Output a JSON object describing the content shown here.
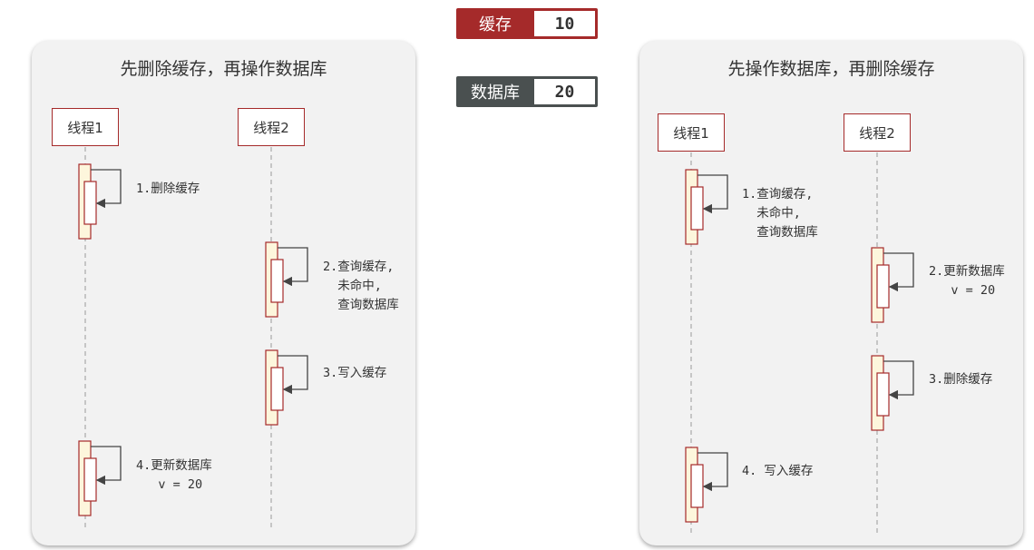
{
  "badges": {
    "cache": {
      "label": "缓存",
      "value": "10",
      "color": "#a52a2a"
    },
    "database": {
      "label": "数据库",
      "value": "20",
      "color": "#4a5050"
    }
  },
  "left_panel": {
    "title": "先删除缓存，再操作数据库",
    "thread1": "线程1",
    "thread2": "线程2",
    "steps": [
      "1.删除缓存",
      "2.查询缓存,\n  未命中,\n  查询数据库",
      "3.写入缓存",
      "4.更新数据库\n   v = 20"
    ]
  },
  "right_panel": {
    "title": "先操作数据库，再删除缓存",
    "thread1": "线程1",
    "thread2": "线程2",
    "steps": [
      "1.查询缓存,\n  未命中,\n  查询数据库",
      "2.更新数据库\n   v = 20",
      "3.删除缓存",
      "4. 写入缓存"
    ]
  },
  "colors": {
    "accent": "#a52a2a",
    "activation_fill": "#fdf6dc",
    "panel_bg": "#f2f2f2"
  }
}
